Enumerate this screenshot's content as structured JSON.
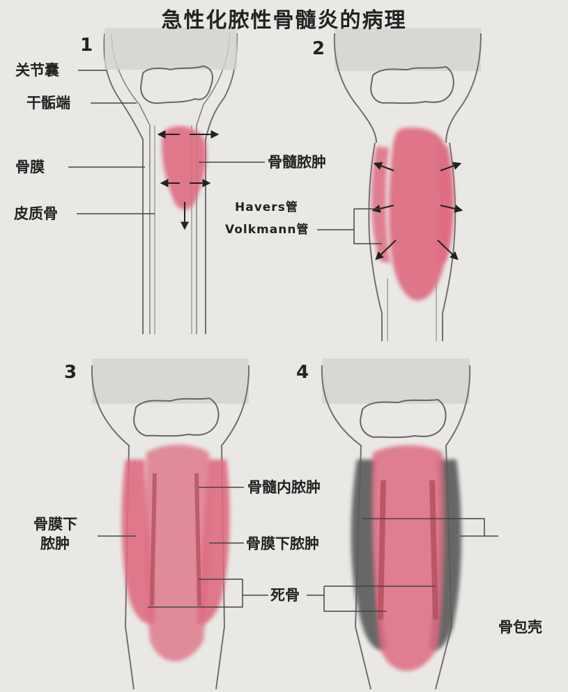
{
  "title": "急性化脓性骨髓炎的病理",
  "panels": [
    {
      "number": "1"
    },
    {
      "number": "2"
    },
    {
      "number": "3"
    },
    {
      "number": "4"
    }
  ],
  "labels": {
    "joint_capsule": "关节囊",
    "metaphysis": "干骺端",
    "periosteum": "骨膜",
    "cortical_bone": "皮质骨",
    "marrow_abscess": "骨髓脓肿",
    "havers_canal": "Havers管",
    "volkmann_canal": "Volkmann管",
    "intramedullary_abscess": "骨髓内脓肿",
    "subperiosteal_abscess_left_line1": "骨膜下",
    "subperiosteal_abscess_left_line2": "脓肿",
    "subperiosteal_abscess_right": "骨膜下脓肿",
    "sequestrum": "死骨",
    "involucrum": "骨包壳"
  },
  "colors": {
    "background": "#e9e8e5",
    "bone_outline": "#6f6f6f",
    "pus": "#de6c82",
    "pus_dark": "#b4505f",
    "involucrum": "#5a5a5a",
    "arrow": "#222222"
  }
}
